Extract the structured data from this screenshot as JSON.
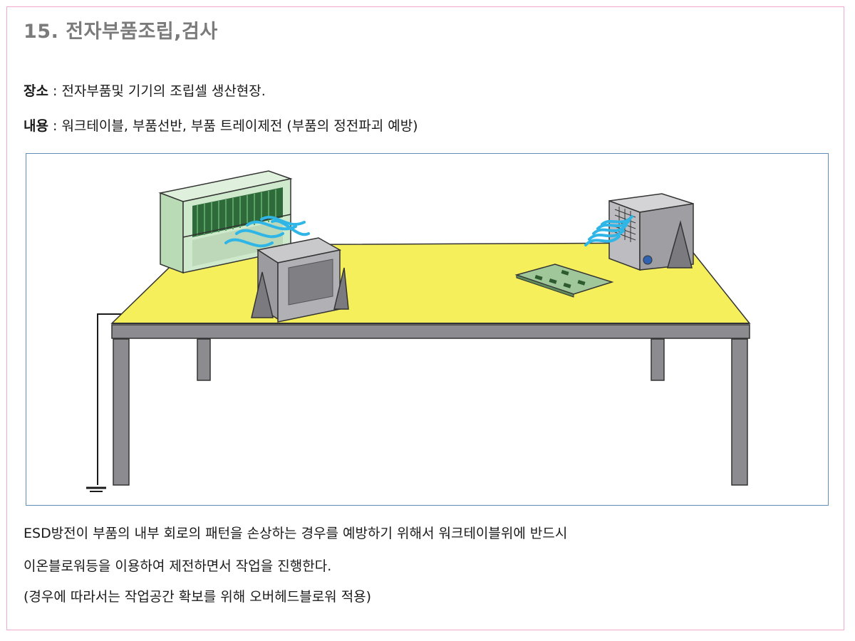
{
  "heading": {
    "title": "15. 전자부품조립,검사"
  },
  "info": {
    "place_label": "장소",
    "place_text": " : 전자부품및 기기의 조립셀 생산현장.",
    "content_label": "내용",
    "content_text": " : 워크테이블, 부품선반, 부품 트레이제전 (부품의 정전파괴 예방)"
  },
  "description": {
    "line1": "ESD방전이 부품의 내부 회로의 패턴을 손상하는 경우를 예방하기 위해서 워크테이블위에 반드시",
    "line2": "이온블로워등을 이용하여 제전하면서 작업을 진행한다.",
    "line3": "(경우에 따라서는 작업공간 확보를 위해 오버헤드블로워 적용)"
  },
  "colors": {
    "frame_border": "#f2a9cf",
    "figure_border": "#5f8db8",
    "title_color": "#7b7b7b",
    "table_top": "#f5ef5c",
    "table_frame": "#8c8c90",
    "shelf": "#cfe9cc",
    "air_flow": "#2fb6e6"
  },
  "illustration": {
    "objects": [
      "workbench",
      "component-shelf",
      "ionizer-blower",
      "overhead-ionizer",
      "circuit-board",
      "ground-wire",
      "ground-symbol"
    ]
  }
}
